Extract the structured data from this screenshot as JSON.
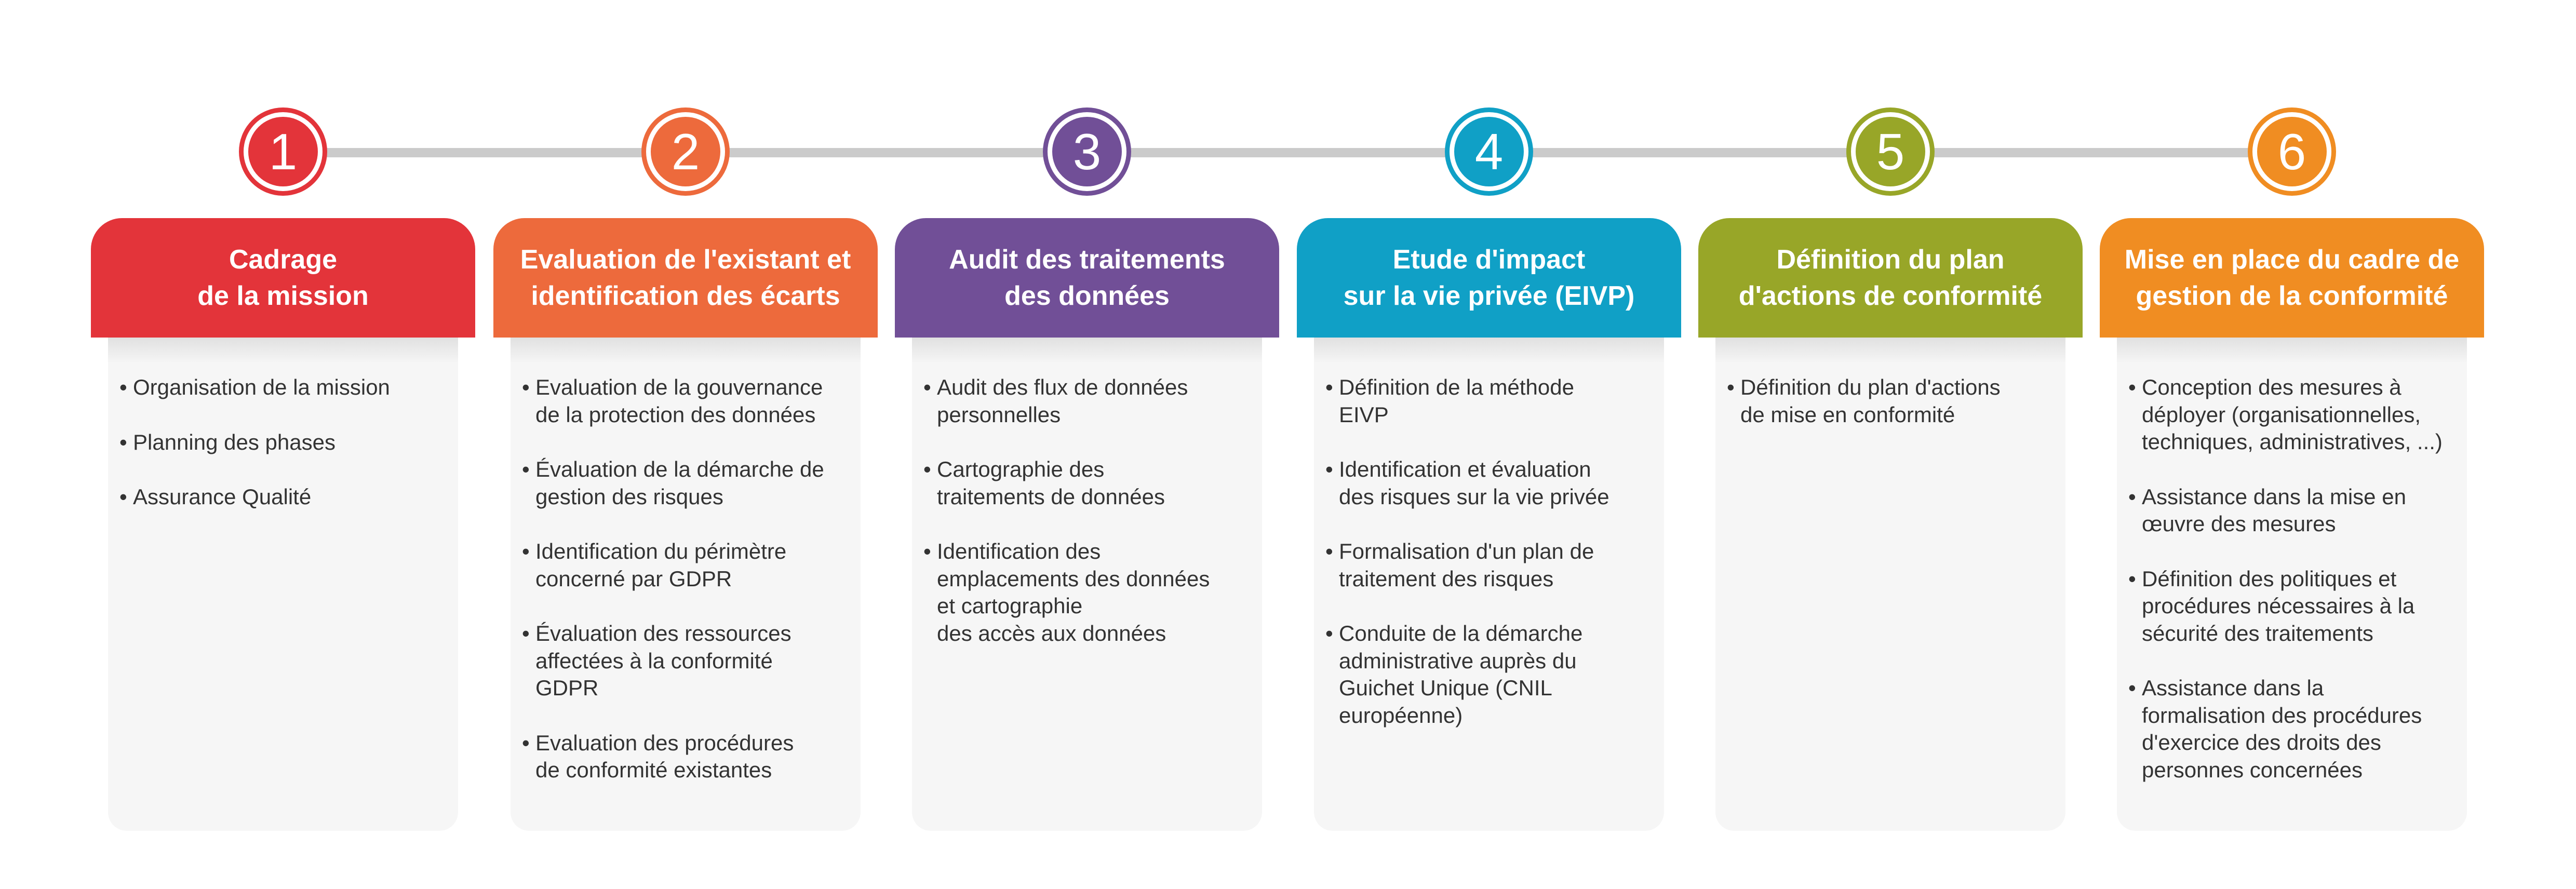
{
  "colors": {
    "line": "#cbcbcb",
    "card_background": "#f6f6f6",
    "text": "#333333",
    "step_1": "#e3343a",
    "step_2": "#ed6a3c",
    "step_3": "#714f97",
    "step_4": "#10a0c6",
    "step_5": "#98a628",
    "step_6": "#f08d22"
  },
  "steps": [
    {
      "number": "1",
      "title": "Cadrage\nde la mission",
      "items": [
        "Organisation de la mission",
        "Planning des phases",
        "Assurance Qualité"
      ]
    },
    {
      "number": "2",
      "title": "Evaluation de l'existant et\nidentification des écarts",
      "items": [
        "Evaluation de la gouvernance\nde la protection des données",
        "Évaluation de la démarche de\ngestion des risques",
        "Identification du périmètre\nconcerné par GDPR",
        "Évaluation des ressources\naffectées à la conformité\nGDPR",
        "Evaluation des procédures\nde conformité existantes"
      ]
    },
    {
      "number": "3",
      "title": "Audit des traitements\ndes données",
      "items": [
        "Audit des flux de données\npersonnelles",
        "Cartographie des\ntraitements de données",
        "Identification des\nemplacements des données\net cartographie\ndes accès aux données"
      ]
    },
    {
      "number": "4",
      "title": "Etude d'impact\nsur la vie privée (EIVP)",
      "items": [
        "Définition de la méthode\nEIVP",
        "Identification et évaluation\ndes risques sur la vie privée",
        "Formalisation d'un plan de\ntraitement des risques",
        "Conduite de la démarche\nadministrative auprès du\nGuichet Unique (CNIL\neuropéenne)"
      ]
    },
    {
      "number": "5",
      "title": "Définition du plan\nd'actions de conformité",
      "items": [
        "Définition du plan d'actions\nde mise en conformité"
      ]
    },
    {
      "number": "6",
      "title": "Mise en place du cadre de\ngestion de la conformité",
      "items": [
        "Conception des mesures à\ndéployer (organisationnelles,\ntechniques, administratives, ...)",
        "Assistance dans la mise en\nœuvre des mesures",
        "Définition des politiques et\nprocédures nécessaires à la\nsécurité des traitements",
        "Assistance dans la\nformalisation des procédures\nd'exercice des droits des\npersonnes concernées"
      ]
    }
  ]
}
